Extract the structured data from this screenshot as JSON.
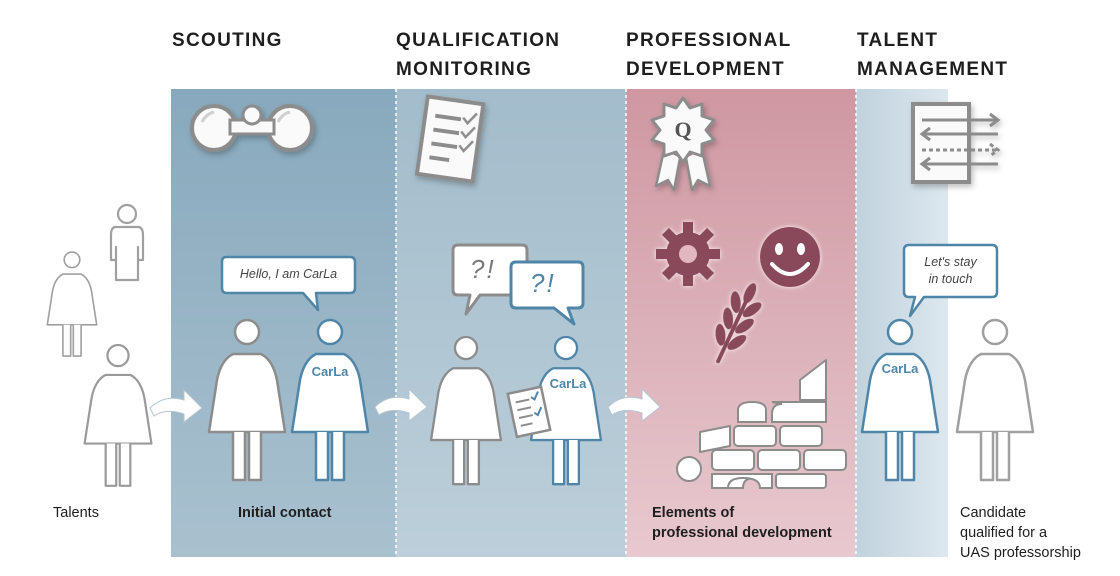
{
  "phases": [
    {
      "id": "scouting",
      "heading": [
        "SCOUTING"
      ],
      "caption": [
        "Initial contact"
      ]
    },
    {
      "id": "qualification",
      "heading": [
        "QUALIFICATION",
        "MONITORING"
      ]
    },
    {
      "id": "professional",
      "heading": [
        "PROFESSIONAL",
        "DEVELOPMENT"
      ],
      "caption": [
        "Elements of",
        "professional development"
      ]
    },
    {
      "id": "talent",
      "heading": [
        "TALENT",
        "MANAGEMENT"
      ]
    }
  ],
  "left_caption": "Talents",
  "right_caption": [
    "Candidate",
    "qualified for a",
    "UAS professorship"
  ],
  "speech": {
    "hello": "Hello, I am CarLa",
    "stay": [
      "Let's stay",
      "in touch"
    ],
    "question_marks": "?!"
  },
  "mentor_label": "CarLa",
  "badge_letter": "Q",
  "colors": {
    "scouting_band": "#8fafc1",
    "qualification_band": "#a9c1cf",
    "professional_band": "#d4a4ad",
    "talent_band": "#c9d8e1",
    "figure_outline": "#8c8c8c",
    "mentor_outline": "#4f86a8",
    "development_icon": "#8a4a5a"
  },
  "icons": [
    "binoculars-icon",
    "checklist-icon",
    "quality-badge-icon",
    "gear-icon",
    "smiley-icon",
    "wheat-icon",
    "building-blocks-icon",
    "exchange-arrows-icon"
  ]
}
